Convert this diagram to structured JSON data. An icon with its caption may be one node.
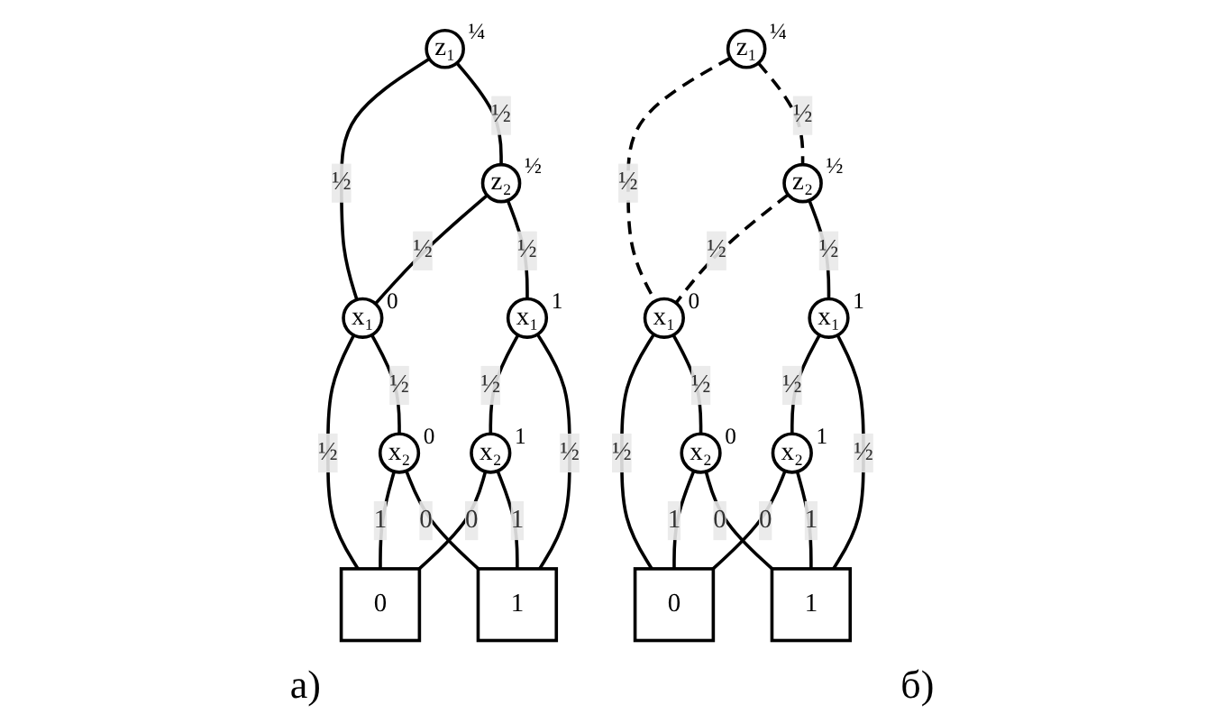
{
  "diagram": {
    "nodes": [
      {
        "text": [
          "z₁"
        ],
        "beside": [
          "¼"
        ]
      },
      {
        "text": [
          "z₂"
        ],
        "beside": [
          "½"
        ]
      },
      {
        "text": [
          "x₁"
        ],
        "beside": [
          "0"
        ]
      },
      {
        "text": [
          "x₁"
        ],
        "beside": [
          "1"
        ]
      },
      {
        "text": [
          "x₂"
        ],
        "beside": [
          "0"
        ]
      },
      {
        "text": [
          "x₂"
        ],
        "beside": [
          "1"
        ]
      },
      {
        "text": [
          "0"
        ]
      },
      {
        "text": [
          "1"
        ]
      },
      {
        "text": [
          "z₁"
        ],
        "beside": [
          "¼"
        ]
      },
      {
        "text": [
          "z₂"
        ],
        "beside": [
          "½"
        ]
      },
      {
        "text": [
          "x₁"
        ],
        "beside": [
          "0"
        ]
      },
      {
        "text": [
          "x₁"
        ],
        "beside": [
          "1"
        ]
      },
      {
        "text": [
          "x₂"
        ],
        "beside": [
          "0"
        ]
      },
      {
        "text": [
          "x₂"
        ],
        "beside": [
          "1"
        ]
      },
      {
        "text": [
          "0"
        ]
      },
      {
        "text": [
          "1"
        ]
      }
    ],
    "edges": [
      {
        "from": 0,
        "to": 2,
        "arrow": "none",
        "label": "½"
      },
      {
        "from": 0,
        "to": 1,
        "arrow": "none",
        "label": "½"
      },
      {
        "from": 1,
        "to": 2,
        "arrow": "none",
        "label": "½"
      },
      {
        "from": 1,
        "to": 3,
        "arrow": "none",
        "label": "½"
      },
      {
        "from": 2,
        "to": 6,
        "arrow": "none",
        "label": "½"
      },
      {
        "from": 2,
        "to": 4,
        "arrow": "none",
        "label": "½"
      },
      {
        "from": 3,
        "to": 5,
        "arrow": "none",
        "label": "½"
      },
      {
        "from": 3,
        "to": 7,
        "arrow": "none",
        "label": "½"
      },
      {
        "from": 4,
        "to": 6,
        "arrow": "none",
        "label": "1"
      },
      {
        "from": 4,
        "to": 7,
        "arrow": "none",
        "label": "0"
      },
      {
        "from": 5,
        "to": 6,
        "arrow": "none",
        "label": "0"
      },
      {
        "from": 5,
        "to": 7,
        "arrow": "none",
        "label": "1"
      },
      {
        "from": 8,
        "to": 10,
        "arrow": "none",
        "label": "½",
        "style": "dashed"
      },
      {
        "from": 8,
        "to": 9,
        "arrow": "none",
        "label": "½",
        "style": "dashed"
      },
      {
        "from": 9,
        "to": 10,
        "arrow": "none",
        "label": "½",
        "style": "dashed"
      },
      {
        "from": 9,
        "to": 11,
        "arrow": "none",
        "label": "½"
      },
      {
        "from": 10,
        "to": 14,
        "arrow": "none",
        "label": "½"
      },
      {
        "from": 10,
        "to": 12,
        "arrow": "none",
        "label": "½"
      },
      {
        "from": 11,
        "to": 13,
        "arrow": "none",
        "label": "½"
      },
      {
        "from": 11,
        "to": 15,
        "arrow": "none",
        "label": "½"
      },
      {
        "from": 12,
        "to": 14,
        "arrow": "none",
        "label": "1"
      },
      {
        "from": 12,
        "to": 15,
        "arrow": "none",
        "label": "0"
      },
      {
        "from": 13,
        "to": 14,
        "arrow": "none",
        "label": "0"
      },
      {
        "from": 13,
        "to": 15,
        "arrow": "none",
        "label": "1"
      }
    ],
    "labels": [
      "a)",
      "б)"
    ]
  }
}
